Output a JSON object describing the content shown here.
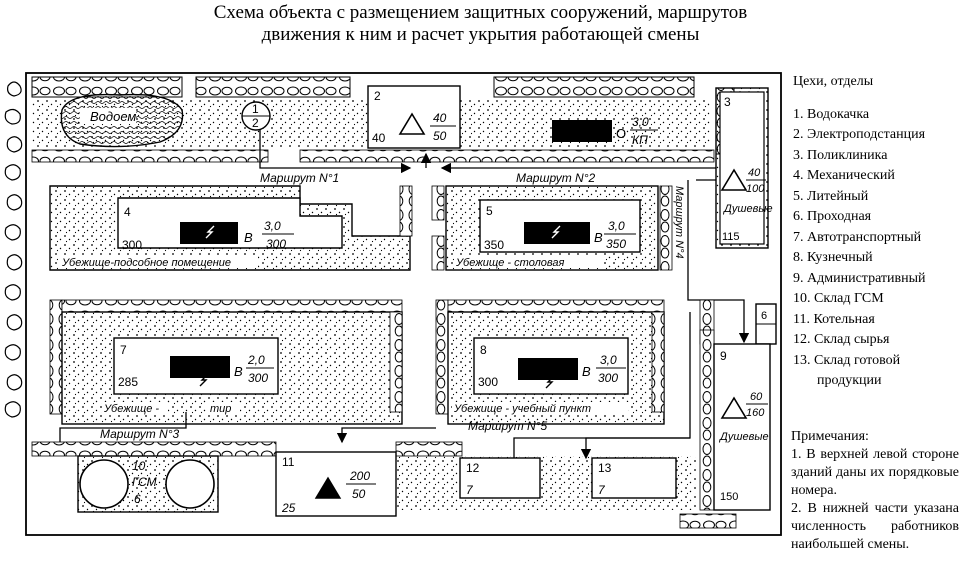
{
  "title": {
    "line1": "Схема объекта с размещением защитных сооружений, маршрутов",
    "line2": "движения к ним и расчет укрытия работающей смены"
  },
  "legend": {
    "header": "Цехи, отделы",
    "items": [
      "1. Водокачка",
      "2. Электроподстанция",
      "3. Поликлиника",
      "4. Механический",
      "5. Литейный",
      "6. Проходная",
      "7. Автотранспортный",
      "8. Кузнечный",
      "9. Административный",
      "10. Склад ГСМ",
      "11. Котельная",
      "12. Склад сырья",
      "13. Склад готовой"
    ],
    "item13_cont": "продукции"
  },
  "notes": {
    "header": "Примечания:",
    "note1": "1. В верхней левой стороне зданий даны их порядковые номера.",
    "note2": "2. В нижней части указана численность работников наибольшей смены."
  },
  "plan": {
    "pond": "Водоем",
    "routes": [
      "Маршрут N°1",
      "Маршрут N°2",
      "Маршрут N°3",
      "Маршрут N°5",
      "Маршрут N°4"
    ],
    "buildings": {
      "b1": {
        "num_top": "1",
        "num_bot": "2"
      },
      "b2": {
        "num": "2",
        "count": "40",
        "frac_top": "40",
        "frac_bot": "50"
      },
      "kp": {
        "frac_top": "3,0",
        "frac_bot": "КП",
        "letter": "О"
      },
      "b3": {
        "num": "3",
        "count": "115",
        "frac_top": "40",
        "frac_bot": "100",
        "label": "Душевые"
      },
      "b4": {
        "num": "4",
        "count": "300",
        "letter": "В",
        "frac_top": "3,0",
        "frac_bot": "300",
        "caption": "Убежище-подсобное помещение"
      },
      "b5": {
        "num": "5",
        "count": "350",
        "letter": "В",
        "frac_top": "3,0",
        "frac_bot": "350",
        "caption": "Убежище - столовая"
      },
      "b6": {
        "num": "6"
      },
      "b7": {
        "num": "7",
        "count": "285",
        "letter": "В",
        "frac_top": "2,0",
        "frac_bot": "300",
        "caption_left": "Убежище -",
        "caption_right": "тир"
      },
      "b8": {
        "num": "8",
        "count": "300",
        "letter": "В",
        "frac_top": "3,0",
        "frac_bot": "300",
        "caption": "Убежище - учебный пункт"
      },
      "b9": {
        "num": "9",
        "count": "150",
        "frac_top": "60",
        "frac_bot": "160",
        "label": "Душевые"
      },
      "b10": {
        "num": "10",
        "label": "ГСМ",
        "count": "6"
      },
      "b11": {
        "num": "11",
        "count": "25",
        "frac_top": "200",
        "frac_bot": "50"
      },
      "b12": {
        "num": "12",
        "count": "7"
      },
      "b13": {
        "num": "13",
        "count": "7"
      }
    }
  },
  "colors": {
    "ink": "#000000",
    "paper": "#ffffff"
  }
}
